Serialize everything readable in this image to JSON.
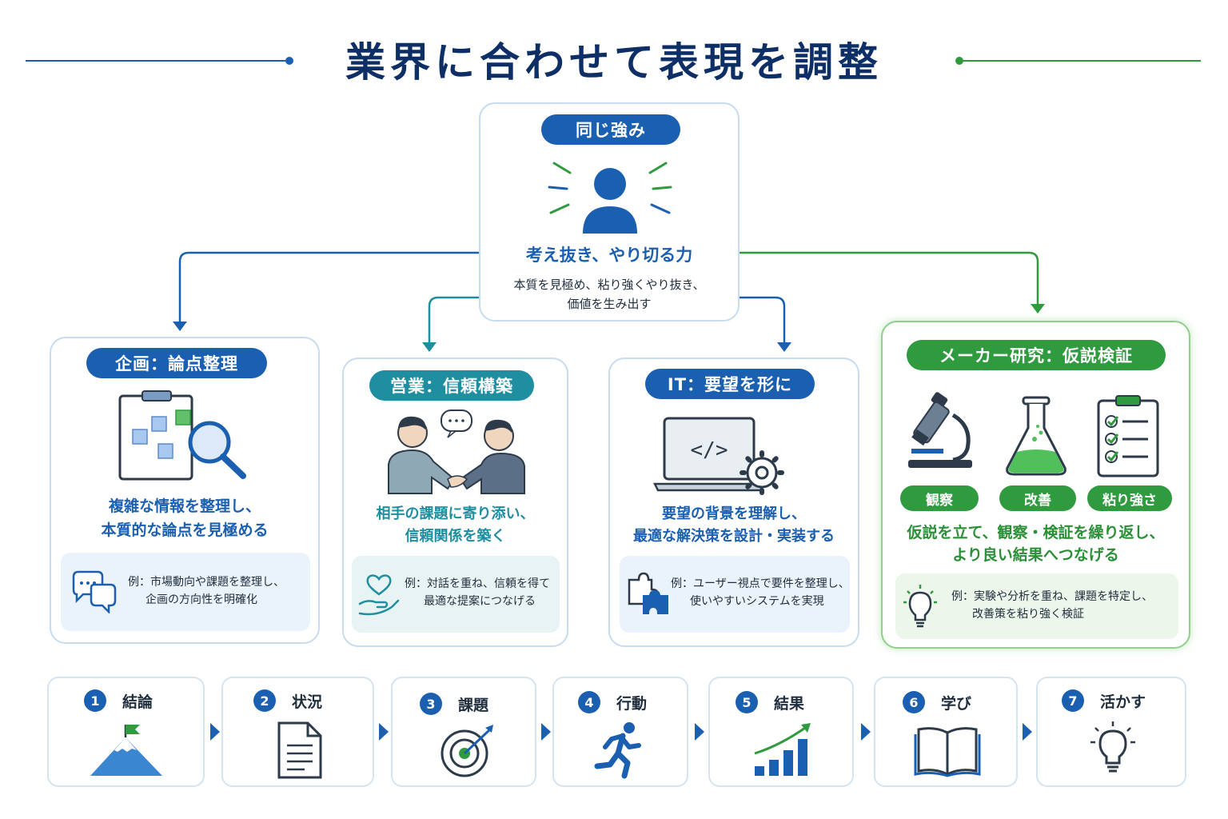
{
  "title": "業界に合わせて表現を調整",
  "center": {
    "pill": "同じ強み",
    "heading": "考え抜き、やり切る力",
    "desc_line1": "本質を見極め、粘り強くやり抜き、",
    "desc_line2": "価値を生み出す"
  },
  "cards": [
    {
      "pill": "企画：論点整理",
      "heading_line1": "複雑な情報を整理し、",
      "heading_line2": "本質的な論点を見極める",
      "example_line1": "例：市場動向や課題を整理し、",
      "example_line2": "企画の方向性を明確化"
    },
    {
      "pill": "営業：信頼構築",
      "heading_line1": "相手の課題に寄り添い、",
      "heading_line2": "信頼関係を築く",
      "example_line1": "例：対話を重ね、信頼を得て",
      "example_line2": "最適な提案につなげる"
    },
    {
      "pill": "IT：要望を形に",
      "heading_line1": "要望の背景を理解し、",
      "heading_line2": "最適な解決策を設計・実装する",
      "example_line1": "例：ユーザー視点で要件を整理し、",
      "example_line2": "使いやすいシステムを実現"
    },
    {
      "pill": "メーカー研究：仮説検証",
      "sub_pills": [
        "観察",
        "改善",
        "粘り強さ"
      ],
      "heading_line1": "仮説を立て、観察・検証を繰り返し、",
      "heading_line2": "より良い結果へつなげる",
      "example_line1": "例：実験や分析を重ね、課題を特定し、",
      "example_line2": "改善策を粘り強く検証"
    }
  ],
  "steps": [
    {
      "num": "1",
      "label": "結論",
      "icon": "mountain-flag-icon"
    },
    {
      "num": "2",
      "label": "状況",
      "icon": "document-icon"
    },
    {
      "num": "3",
      "label": "課題",
      "icon": "target-icon"
    },
    {
      "num": "4",
      "label": "行動",
      "icon": "running-person-icon"
    },
    {
      "num": "5",
      "label": "結果",
      "icon": "growth-chart-icon"
    },
    {
      "num": "6",
      "label": "学び",
      "icon": "open-book-icon"
    },
    {
      "num": "7",
      "label": "活かす",
      "icon": "lightbulb-icon"
    }
  ],
  "colors": {
    "navy": "#0d2f66",
    "blue": "#1b5fb0",
    "teal": "#1f8ea0",
    "green": "#2f9b3e"
  }
}
